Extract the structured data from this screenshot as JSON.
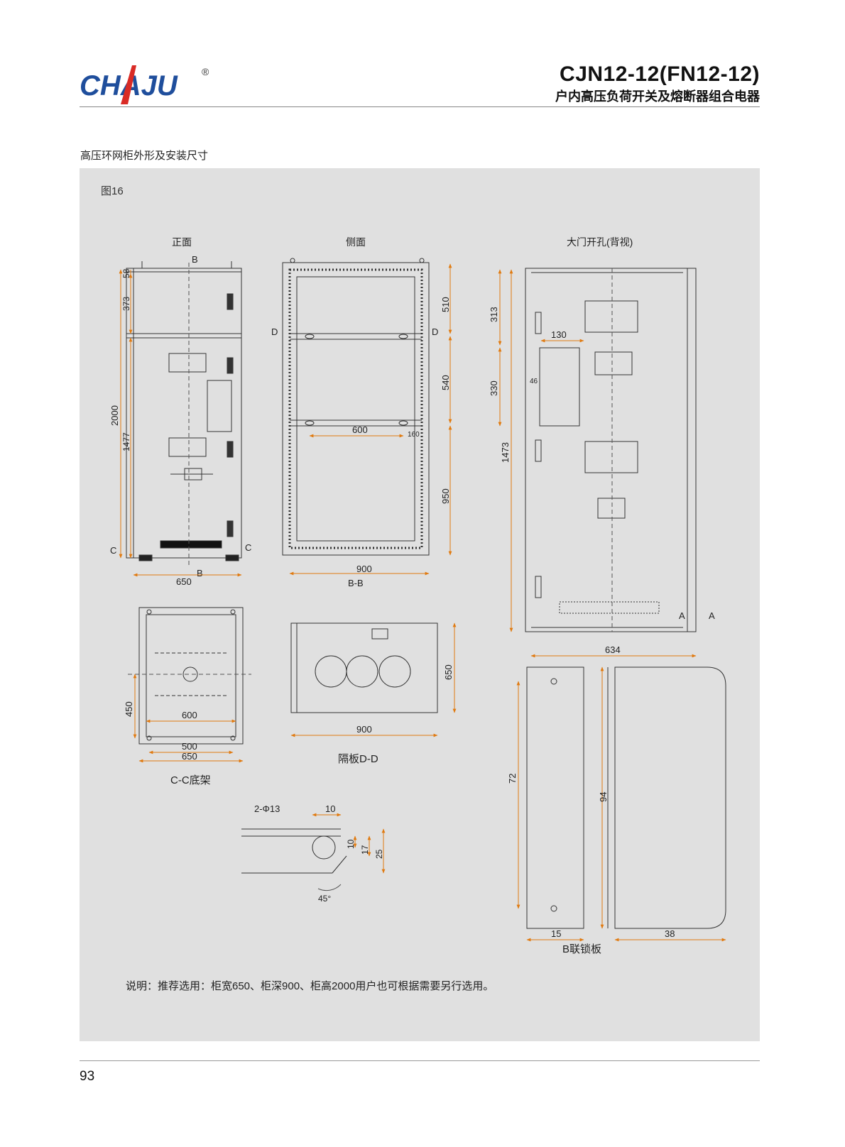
{
  "header": {
    "brand": "CHAJU",
    "registered": "®",
    "model": "CJN12-12(FN12-12)",
    "title": "户内高压负荷开关及熔断器组合电器"
  },
  "section_title": "高压环网柜外形及安装尺寸",
  "figure_label": "图16",
  "views": {
    "front": "正面",
    "side": "侧面",
    "door": "大门开孔(背视)",
    "base": "C-C底架",
    "partition": "隔板D-D",
    "interlock": "B联锁板",
    "section_bb": "B-B"
  },
  "markers": {
    "B": "B",
    "C": "C",
    "D": "D",
    "A": "A"
  },
  "dims": {
    "front": {
      "d58": "58",
      "d373": "373",
      "d2000": "2000",
      "d1477": "1477",
      "d650": "650"
    },
    "side": {
      "d510": "510",
      "d540": "540",
      "d950": "950",
      "d600": "600",
      "d160": "160",
      "d900": "900"
    },
    "door": {
      "d313": "313",
      "d130": "130",
      "d330": "330",
      "d46": "46",
      "d1473": "1473",
      "d634": "634"
    },
    "base": {
      "d450": "450",
      "d600": "600",
      "d500": "500",
      "d650": "650"
    },
    "partition": {
      "d650": "650",
      "d900": "900"
    },
    "detail": {
      "holes": "2-Φ13",
      "d10a": "10",
      "d10b": "10",
      "d17": "17",
      "d25": "25",
      "angle": "45°"
    },
    "interlock": {
      "d72": "72",
      "d94": "94",
      "d15": "15",
      "d38": "38"
    }
  },
  "note": "说明：推荐选用：柜宽650、柜深900、柜高2000用户也可根据需要另行选用。",
  "page_number": "93",
  "colors": {
    "brand_blue": "#1f4e9c",
    "brand_red": "#d92b25",
    "dimension_orange": "#e07a10",
    "panel_gray": "#e0e0e0"
  }
}
